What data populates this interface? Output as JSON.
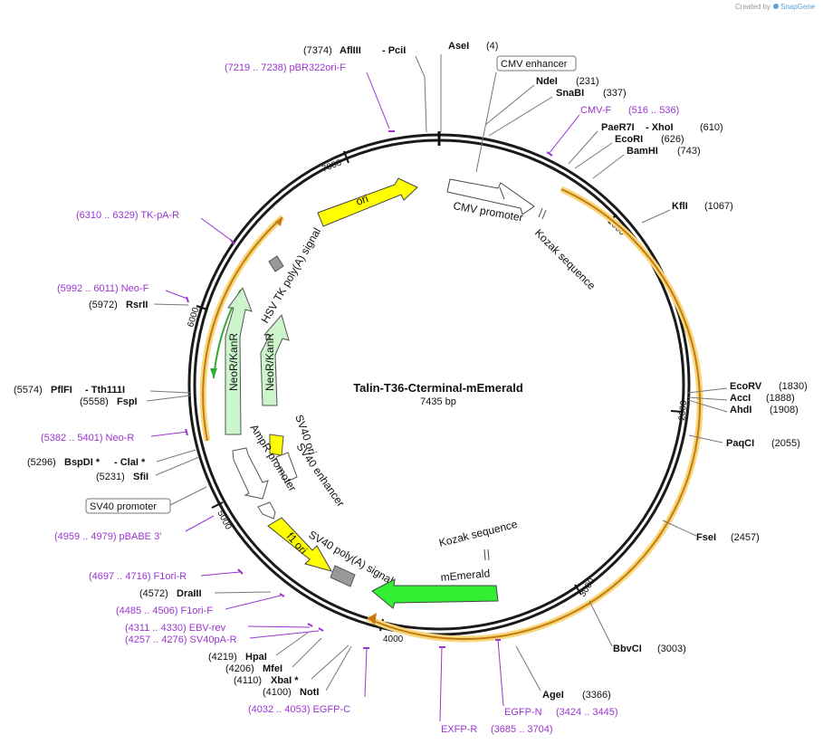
{
  "credit": {
    "prefix": "Created by",
    "brand": "SnapGene"
  },
  "plasmid": {
    "name": "Talin-T36-Cterminal-mEmerald",
    "length_label": "7435 bp"
  },
  "ticks": [
    {
      "label": "1000"
    },
    {
      "label": "2000"
    },
    {
      "label": "3000"
    },
    {
      "label": "4000"
    },
    {
      "label": "5000"
    },
    {
      "label": "6000"
    },
    {
      "label": "7000"
    }
  ],
  "features": {
    "ori": "ori",
    "cmv_promoter": "CMV promoter",
    "kozak1": "Kozak sequence",
    "hsv_tk": "HSV TK poly(A) signal",
    "neor1": "NeoR/KanR",
    "neor2": "NeoR/KanR",
    "sv40_ori": "SV40 ori",
    "sv40_enh": "SV40 enhancer",
    "ampr_prom": "AmpR promoter",
    "f1_ori": "f1 ori",
    "sv40_polya": "SV40 poly(A) signal",
    "kozak2": "Kozak sequence",
    "memerald": "mEmerald"
  },
  "sites": [
    {
      "id": "aflIII",
      "num": "(7374)",
      "name": "AflIII",
      "extra": "- PciI"
    },
    {
      "id": "aseI",
      "name": "AseI",
      "num": "(4)"
    },
    {
      "id": "cmv_enh",
      "boxed": "CMV enhancer"
    },
    {
      "id": "ndeI",
      "name": "NdeI",
      "num": "(231)"
    },
    {
      "id": "snaBI",
      "name": "SnaBI",
      "num": "(337)"
    },
    {
      "id": "cmvF",
      "primer": "CMV-F",
      "num": "(516 .. 536)"
    },
    {
      "id": "paeR7I",
      "name": "PaeR7I",
      "extra": "- XhoI",
      "num": "(610)"
    },
    {
      "id": "ecoRI",
      "name": "EcoRI",
      "num": "(626)"
    },
    {
      "id": "bamHI",
      "name": "BamHI",
      "num": "(743)"
    },
    {
      "id": "kflI",
      "name": "KflI",
      "num": "(1067)"
    },
    {
      "id": "ecoRV",
      "name": "EcoRV",
      "num": "(1830)"
    },
    {
      "id": "accI",
      "name": "AccI",
      "num": "(1888)"
    },
    {
      "id": "ahdI",
      "name": "AhdI",
      "num": "(1908)"
    },
    {
      "id": "paqCI",
      "name": "PaqCI",
      "num": "(2055)"
    },
    {
      "id": "fseI",
      "name": "FseI",
      "num": "(2457)"
    },
    {
      "id": "bbvCI",
      "name": "BbvCI",
      "num": "(3003)"
    },
    {
      "id": "ageI",
      "name": "AgeI",
      "num": "(3366)"
    },
    {
      "id": "egfpN",
      "primer": "EGFP-N",
      "num": "(3424 .. 3445)"
    },
    {
      "id": "exfpR",
      "primer": "EXFP-R"
    },
    {
      "id": "exfpR_num",
      "primer": "(3685 .. 3704)"
    },
    {
      "id": "pbr322",
      "primer": "(7219 .. 7238)  pBR322ori-F"
    },
    {
      "id": "tkpaR",
      "primer": "(6310 .. 6329)  TK-pA-R"
    },
    {
      "id": "neoF",
      "primer": "(5992 .. 6011)  Neo-F"
    },
    {
      "id": "rsrII",
      "num": "(5972)",
      "name": "RsrII"
    },
    {
      "id": "pflFI",
      "num": "(5574)",
      "name": "PflFI",
      "extra": "- Tth111I"
    },
    {
      "id": "fspI",
      "num": "(5558)",
      "name": "FspI"
    },
    {
      "id": "neoR",
      "primer": "(5382 .. 5401)  Neo-R"
    },
    {
      "id": "bspDI",
      "num": "(5296)",
      "name": "BspDI *",
      "extra": "- ClaI *"
    },
    {
      "id": "sfiI",
      "num": "(5231)",
      "name": "SfiI"
    },
    {
      "id": "sv40prom",
      "boxed": "SV40 promoter"
    },
    {
      "id": "pbabe",
      "primer": "(4959 .. 4979)  pBABE 3'"
    },
    {
      "id": "f1oriR",
      "primer": "(4697 .. 4716)  F1ori-R"
    },
    {
      "id": "draIII",
      "num": "(4572)",
      "name": "DraIII"
    },
    {
      "id": "f1oriF",
      "primer": "(4485 .. 4506)  F1ori-F"
    },
    {
      "id": "ebvrev",
      "primer": "(4311 .. 4330)  EBV-rev"
    },
    {
      "id": "sv40paR",
      "primer": "(4257 .. 4276)  SV40pA-R"
    },
    {
      "id": "hpaI",
      "num": "(4219)",
      "name": "HpaI"
    },
    {
      "id": "mfeI",
      "num": "(4206)",
      "name": "MfeI"
    },
    {
      "id": "xbaI",
      "num": "(4110)",
      "name": "XbaI *"
    },
    {
      "id": "notI",
      "num": "(4100)",
      "name": "NotI"
    },
    {
      "id": "egfpC",
      "primer": "(4032 .. 4053)  EGFP-C"
    }
  ],
  "colors": {
    "backbone": "#1a1a1a",
    "orf_orange": "#e8a23a",
    "orf_fill": "#f7d77a",
    "ori_yellow": "#ffff00",
    "gfp_green": "#33ee33",
    "neor_green": "#ccf5cc",
    "primer_purple": "#9a35d0",
    "polya_gray": "#999999"
  }
}
